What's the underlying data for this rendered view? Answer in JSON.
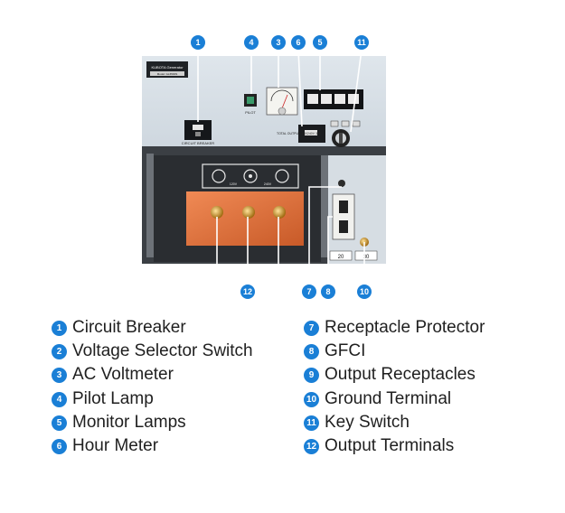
{
  "panel": {
    "badge_top": "KUBOTA Generator",
    "badge_sub": "Model: GL6500S",
    "pilot_label": "PILOT",
    "breaker_label": "CIRCUIT BREAKER",
    "output_label": "TOTAL OUTPUT 120/240V 30A",
    "watermark_a": "120V",
    "watermark_b": "240V",
    "right_tag_a": "20",
    "right_tag_b": "30"
  },
  "callouts": [
    "1",
    "4",
    "3",
    "6",
    "5",
    "11",
    "12",
    "7",
    "8",
    "10"
  ],
  "legend": {
    "left": [
      {
        "num": "1",
        "label": "Circuit Breaker"
      },
      {
        "num": "2",
        "label": "Voltage Selector Switch"
      },
      {
        "num": "3",
        "label": "AC Voltmeter"
      },
      {
        "num": "4",
        "label": "Pilot Lamp"
      },
      {
        "num": "5",
        "label": "Monitor Lamps"
      },
      {
        "num": "6",
        "label": "Hour Meter"
      }
    ],
    "right": [
      {
        "num": "7",
        "label": "Receptacle Protector"
      },
      {
        "num": "8",
        "label": "GFCI"
      },
      {
        "num": "9",
        "label": "Output Receptacles"
      },
      {
        "num": "10",
        "label": "Ground Terminal"
      },
      {
        "num": "11",
        "label": "Key Switch"
      },
      {
        "num": "12",
        "label": "Output Terminals"
      }
    ]
  },
  "colors": {
    "callout": "#1a7fd6",
    "panel": "#c9d3dc",
    "copper": "#e0733d",
    "dark": "#2a2d31"
  }
}
